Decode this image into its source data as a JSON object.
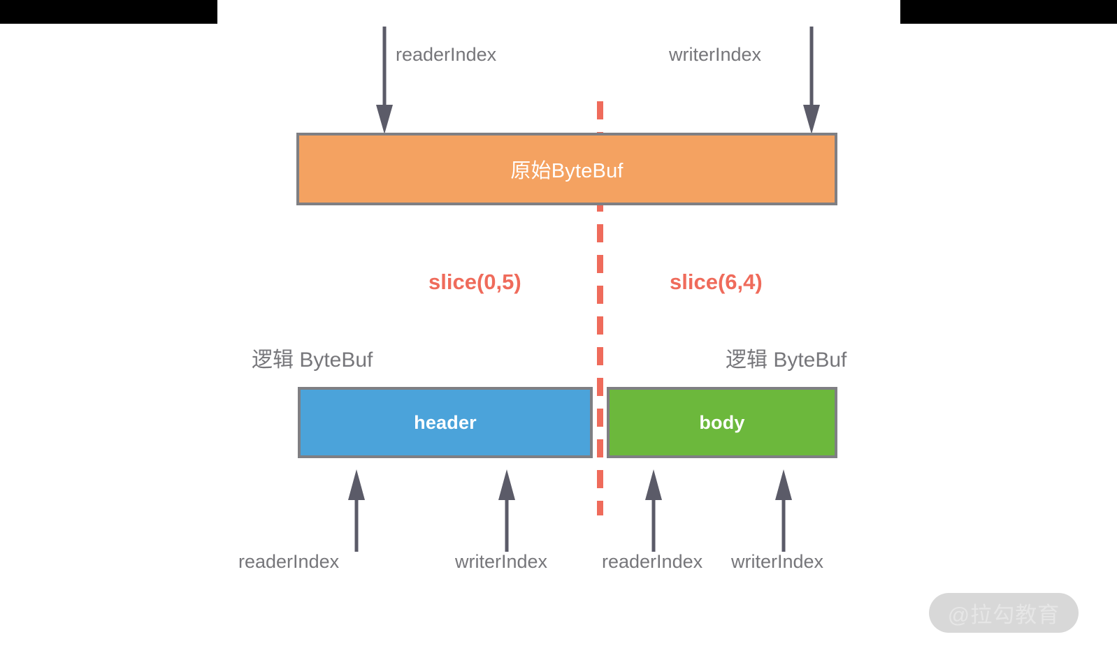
{
  "diagram": {
    "title": "Netty ByteBuf slice diagram",
    "colors": {
      "original_buffer": "#F4A261",
      "header_buffer": "#4BA3DA",
      "body_buffer": "#6CB83C",
      "split_line": "#EF6B5B",
      "box_border": "#7f7f83",
      "label_text": "#76767a",
      "letterbox": "#000000",
      "watermark_pill": "#d8d8d8"
    },
    "top_pointers": [
      {
        "label": "readerIndex",
        "direction": "down"
      },
      {
        "label": "writerIndex",
        "direction": "down"
      }
    ],
    "original_buffer": {
      "label": "原始ByteBuf"
    },
    "slice_calls": [
      {
        "label": "slice(0,5)"
      },
      {
        "label": "slice(6,4)"
      }
    ],
    "logical_labels": [
      {
        "label": "逻辑 ByteBuf"
      },
      {
        "label": "逻辑 ByteBuf"
      }
    ],
    "logical_buffers": [
      {
        "label": "header"
      },
      {
        "label": "body"
      }
    ],
    "bottom_pointers": [
      {
        "label": "readerIndex",
        "direction": "up",
        "belongs_to": "header"
      },
      {
        "label": "writerIndex",
        "direction": "up",
        "belongs_to": "header"
      },
      {
        "label": "readerIndex",
        "direction": "up",
        "belongs_to": "body"
      },
      {
        "label": "writerIndex",
        "direction": "up",
        "belongs_to": "body"
      }
    ],
    "watermark": {
      "text": "@拉勾教育"
    }
  }
}
